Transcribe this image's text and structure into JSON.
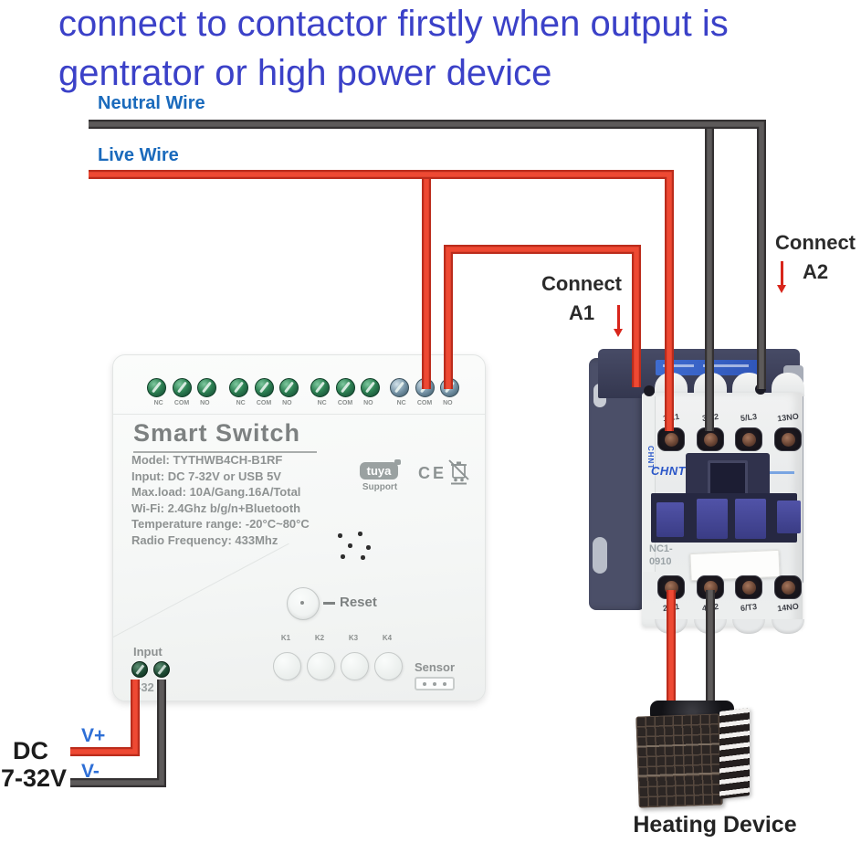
{
  "header": {
    "line1": "connect to contactor firstly when output is",
    "line2": "gentrator or high power device"
  },
  "wires": {
    "neutral_label": "Neutral Wire",
    "live_label": "Live Wire",
    "colors": {
      "live_red": "#e8432f",
      "neutral_dark": "#4e4b4b",
      "label_blue": "#1a6abc",
      "title_blue": "#3b41c8",
      "arrow_red": "#d8251b"
    }
  },
  "annotations": {
    "connect_a1": {
      "line1": "Connect",
      "line2": "A1"
    },
    "connect_a2": {
      "line1": "Connect",
      "line2": "A2"
    },
    "heating_label": "Heating Device",
    "dc": {
      "line1": "DC",
      "line2": "7-32V",
      "vplus": "V+",
      "vminus": "V-"
    }
  },
  "smart_switch": {
    "title": "Smart Switch",
    "specs": [
      "Model:  TYTHWB4CH-B1RF",
      "Input:  DC 7-32V or USB 5V",
      "Max.load:  10A/Gang.16A/Total",
      "Wi-Fi:  2.4Ghz b/g/n+Bluetooth",
      "Temperature range: -20°C~80°C",
      "Radio Frequency:  433Mhz"
    ],
    "terminal_labels": [
      "NC",
      "COM",
      "NO"
    ],
    "tuya": {
      "logo": "tuya",
      "caption": "Support"
    },
    "ce": "CE",
    "reset_label": "Reset",
    "keys": [
      "K1",
      "K2",
      "K3",
      "K4"
    ],
    "sensor_label": "Sensor",
    "input_label": "Input",
    "case_fragment": "-32"
  },
  "contactor": {
    "brand": "CHNT®",
    "side_brand": "CHNT",
    "model_line1": "NC1-",
    "model_line2": "0910",
    "top_terminals": [
      "1/L1",
      "3/L2",
      "5/L3",
      "13NO"
    ],
    "bottom_terminals": [
      "2/T1",
      "4/T2",
      "6/T3",
      "14NO"
    ]
  }
}
